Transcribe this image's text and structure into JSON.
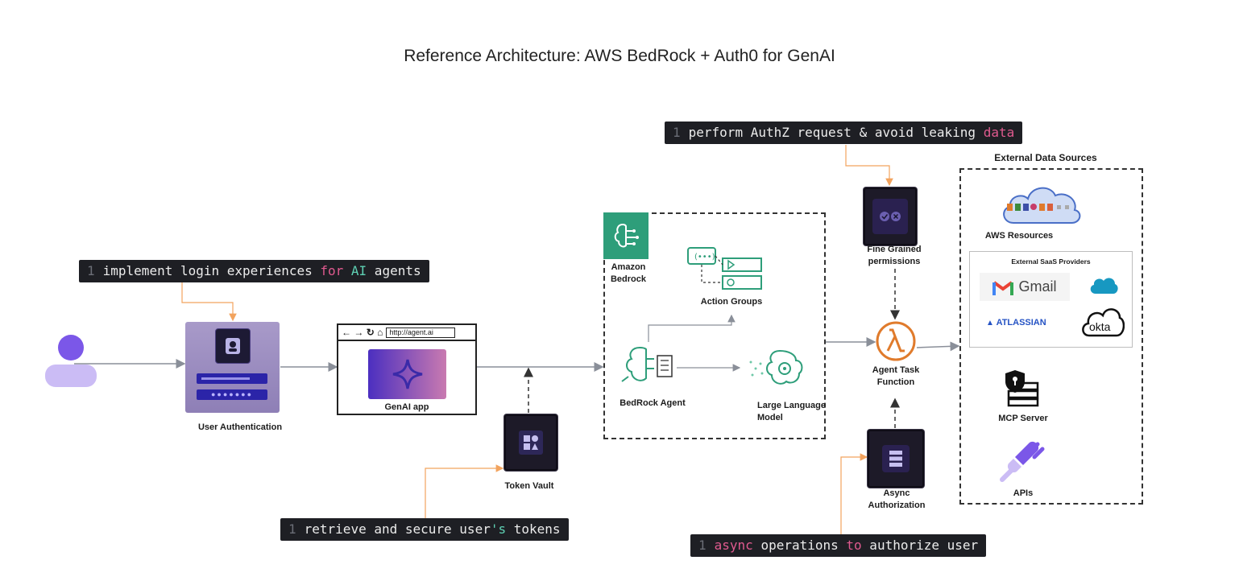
{
  "title": "Reference Architecture: AWS BedRock + Auth0 for GenAI",
  "code_notes": {
    "line_number": "1",
    "login": {
      "pre": "implement login experiences ",
      "kw1": "for",
      "mid": " ",
      "kw2": "AI",
      "post": " agents"
    },
    "authz": {
      "pre": "perform AuthZ request & avoid leaking ",
      "kw": "data"
    },
    "tokens": {
      "pre": "retrieve and secure user",
      "kw": "'s",
      "post": " tokens"
    },
    "async": {
      "kw1": "async",
      "mid": " operations ",
      "kw2": "to",
      "post": " authorize user"
    }
  },
  "nodes": {
    "user_auth": "User Authentication",
    "genai_app": "GenAI app",
    "browser_url": "http://agent.ai",
    "token_vault": "Token Vault",
    "amazon_bedrock_1": "Amazon",
    "amazon_bedrock_2": "Bedrock",
    "action_groups": "Action Groups",
    "bedrock_agent": "BedRock Agent",
    "llm_1": "Large Language",
    "llm_2": "Model",
    "fine_grained_1": "Fine Grained",
    "fine_grained_2": "permissions",
    "agent_task_1": "Agent Task",
    "agent_task_2": "Function",
    "async_auth": "Async Authorization",
    "external_title": "External Data Sources",
    "aws_resources": "AWS Resources",
    "saas_title": "External SaaS Providers",
    "gmail": "Gmail",
    "atlassian": "ATLASSIAN",
    "okta": "okta",
    "mcp_server": "MCP Server",
    "apis": "APIs"
  },
  "colors": {
    "connector": "#8a8f99",
    "note_connector": "#f2a35e",
    "bedrock_green": "#2e9e7a",
    "code_bg": "#1e1f24",
    "keyword_pink": "#e05a8f",
    "keyword_teal": "#5fd1b4",
    "lambda_orange": "#e07b2c",
    "user_purple": "#7b57e8"
  },
  "icons": {
    "user": "user-icon",
    "lock": "lock-icon",
    "vault": "vault-icon",
    "brain": "brain-icon",
    "lambda": "lambda-icon",
    "cloud": "cloud-icon",
    "salesforce": "salesforce-cloud-icon",
    "server": "server-shield-icon",
    "plug": "plug-icon"
  }
}
